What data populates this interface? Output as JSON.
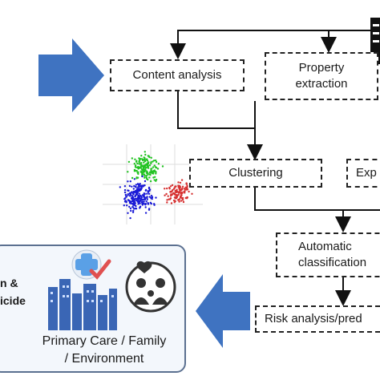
{
  "boxes": {
    "content_analysis": "Content analysis",
    "property_extraction_line1": "Property",
    "property_extraction_line2": "extraction",
    "clustering": "Clustering",
    "exp_partial": "Exp",
    "automatic_line1": "Automatic",
    "automatic_line2": "classification",
    "risk_analysis": "Risk analysis/pred"
  },
  "panel": {
    "partial_line1": "n &",
    "partial_line2": "icide",
    "caption_line1": "Primary Care / Family",
    "caption_line2": "/ Environment"
  },
  "colors": {
    "arrow_blue": "#3f73c1",
    "panel_border": "#5b7090",
    "cluster_green": "#22c322",
    "cluster_blue": "#1a1ad6",
    "cluster_red": "#d63030",
    "icon_cross": "#5aa0e6",
    "icon_check": "#e05050",
    "city_blue": "#3a66b5"
  },
  "icons": [
    "big-right-arrow-icon",
    "big-left-arrow-icon",
    "scatter-clusters-icon",
    "health-cross-icon",
    "family-icon",
    "city-icon",
    "document-icon"
  ]
}
